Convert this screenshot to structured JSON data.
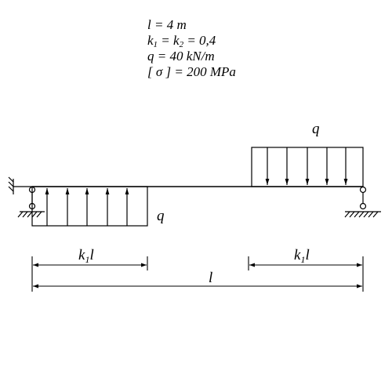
{
  "parameters": {
    "length": "l = 4 m",
    "k1": "k",
    "k1_index": "1",
    "k2": " = k",
    "k2_index": "2",
    "k_value": " = 0,4",
    "load": "q = 40 kN/m",
    "stress": "[ σ ] = 200 MPa"
  },
  "labels": {
    "q_right": "q",
    "q_left": "q",
    "dim_left_k": "k",
    "dim_left_index": "1",
    "dim_left_l": "l",
    "dim_right_k": "k",
    "dim_right_index": "1",
    "dim_right_l": "l",
    "dim_total": "l"
  },
  "colors": {
    "line": "#000000",
    "background": "#ffffff"
  }
}
